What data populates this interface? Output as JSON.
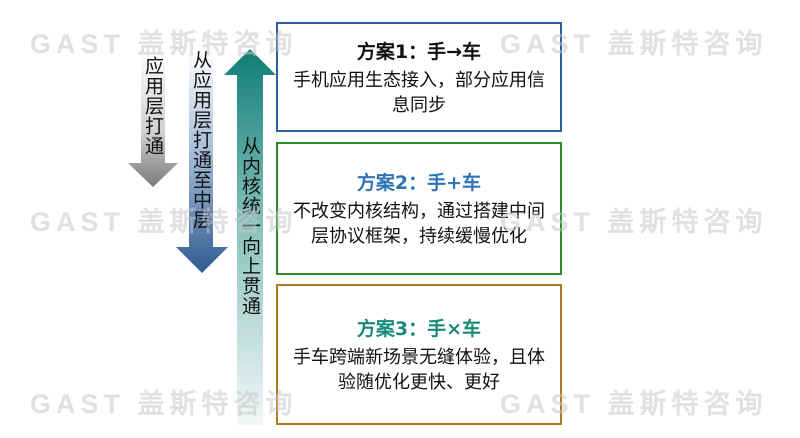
{
  "watermark": "GAST 盖斯特咨询",
  "arrows": {
    "app_layer": "应用层打通",
    "to_middle": "从应用层打通至中层",
    "kernel_up": "从内核统一向上贯通"
  },
  "plans": [
    {
      "title": "方案1：手→车",
      "body": "手机应用生态接入，部分应用信息同步",
      "color": "#2e5f9e",
      "title_color": "#111111"
    },
    {
      "title": "方案2：手+车",
      "body": "不改变内核结构，通过搭建中间层协议框架，持续缓慢优化",
      "color": "#2e8b2e",
      "title_color": "#2e75b6"
    },
    {
      "title": "方案3：手×车",
      "body": "手车跨端新场景无缝体验，且体验随优化更快、更好",
      "color": "#b07a20",
      "title_color": "#1a8a7a"
    }
  ]
}
